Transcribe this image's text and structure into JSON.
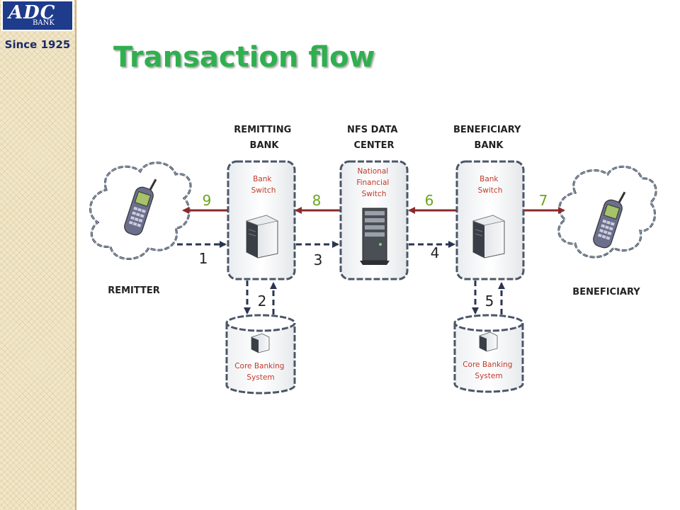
{
  "brand": {
    "logo_text": "ADC",
    "logo_sub": "BANK",
    "since": "Since 1925"
  },
  "title": "Transaction flow",
  "columns": {
    "remitting_bank": [
      "REMITTING",
      "BANK"
    ],
    "nfs": [
      "NFS DATA",
      "CENTER"
    ],
    "beneficiary_bank": [
      "BENEFICIARY",
      "BANK"
    ]
  },
  "parties": {
    "remitter": "REMITTER",
    "beneficiary": "BENEFICIARY"
  },
  "boxes": {
    "left_switch": [
      "Bank",
      "Switch"
    ],
    "nfs_switch": [
      "National",
      "Financial",
      "Switch"
    ],
    "right_switch": [
      "Bank",
      "Switch"
    ]
  },
  "core_banking": [
    "Core Banking",
    "System"
  ],
  "steps": {
    "s1": "1",
    "s2": "2",
    "s3": "3",
    "s4": "4",
    "s5": "5",
    "s6": "6",
    "s7": "7",
    "s8": "8",
    "s9": "9"
  },
  "colors": {
    "title": "#2eb04e",
    "return_arrow": "#8b2a2a",
    "forward_arrow": "#2a3550",
    "step_green": "#6aa51e",
    "brand": "#1f3b8c"
  }
}
